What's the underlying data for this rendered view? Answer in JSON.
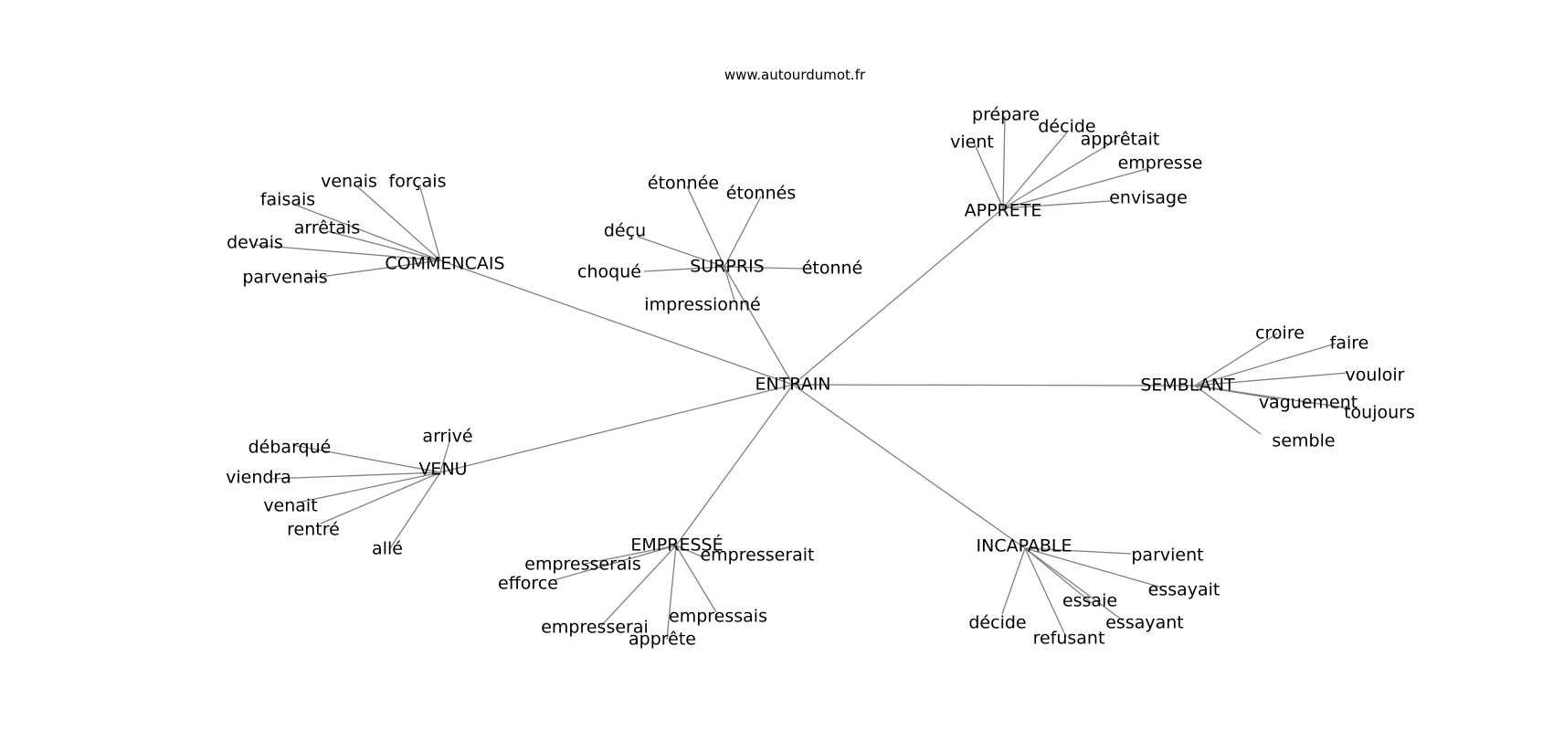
{
  "header": {
    "site": "www.autourdumot.fr"
  },
  "center": "ENTRAIN",
  "clusters": [
    {
      "label": "COMMENCAIS",
      "words": [
        "venais",
        "forçais",
        "faisais",
        "arrêtais",
        "devais",
        "parvenais"
      ]
    },
    {
      "label": "SURPRIS",
      "words": [
        "étonnée",
        "étonnés",
        "déçu",
        "choqué",
        "étonné",
        "impressionné"
      ]
    },
    {
      "label": "APPRETE",
      "words": [
        "prépare",
        "décide",
        "vient",
        "apprêtait",
        "empresse",
        "envisage"
      ]
    },
    {
      "label": "SEMBLANT",
      "words": [
        "croire",
        "faire",
        "vouloir",
        "vaguement",
        "toujours",
        "semble"
      ]
    },
    {
      "label": "VENU",
      "words": [
        "arrivé",
        "débarqué",
        "viendra",
        "venait",
        "rentré",
        "allé"
      ]
    },
    {
      "label": "EMPRESSÉ",
      "words": [
        "empresserais",
        "empresserait",
        "efforce",
        "empressais",
        "empresserai",
        "apprête"
      ]
    },
    {
      "label": "INCAPABLE",
      "words": [
        "parvient",
        "essayait",
        "essaie",
        "essayant",
        "décide",
        "refusant"
      ]
    }
  ]
}
